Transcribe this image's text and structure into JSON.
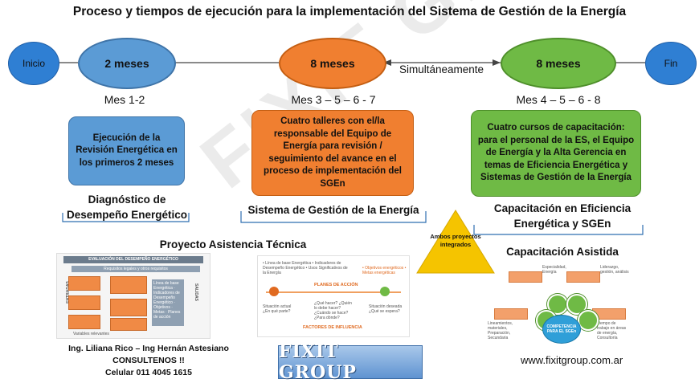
{
  "title": "Proceso y tiempos de ejecución para la implementación del Sistema de Gestión de la Energía",
  "flow": {
    "start": "Inicio",
    "end": "Fin",
    "stages": [
      {
        "duration": "2 meses",
        "months": "Mes 1-2"
      },
      {
        "duration": "8 meses",
        "months": "Mes 3 – 5 – 6 - 7"
      },
      {
        "duration": "8 meses",
        "months": "Mes 4 – 5 – 6 - 8"
      }
    ],
    "simultaneous": "Simultáneamente"
  },
  "boxes": [
    {
      "text": "Ejecución de la Revisión Energética en los primeros 2 meses",
      "color": "#5b9bd5"
    },
    {
      "text": "Cuatro talleres con el/la responsable del Equipo de Energía para revisión / seguimiento del avance en el proceso de implementación del SGEn",
      "color": "#f07f30"
    },
    {
      "text": "Cuatro cursos de capacitación: para el personal de la ES, el Equipo de Energía y la Alta Gerencia en temas de Eficiencia Energética y Sistemas de Gestión de la Energía",
      "color": "#6fba45"
    }
  ],
  "sections": {
    "diagnostico": "Diagnóstico de Desempeño Energético",
    "sistema": "Sistema de Gestión de la Energía",
    "capacitacion": "Capacitación en Eficiencia Energética y SGEn",
    "asistencia": "Proyecto Asistencia Técnica",
    "cap_asistida": "Capacitación Asistida",
    "triangle": "Ambos proyectos integrados"
  },
  "thumb_left": {
    "header": "EVALUACIÓN DEL DESEMPEÑO ENERGÉTICO",
    "subheader": "Requisitos legales y otros requisitos",
    "side_left": "ENTRADAS",
    "side_right": "SALIDAS",
    "footer": "Variables relevantes",
    "right_text": "Línea de base Energética · Indicadores de Desempeño Energético · Objetivos · Metas · Planes de acción"
  },
  "thumb_middle": {
    "bullets": "• Línea de base Energética • Indicadores de Desempeño Energético • Usos Significativos de la Energía",
    "right_bullets": "• Objetivos energéticos • Metas energéticas",
    "plan": "PLANES DE ACCIÓN",
    "current": "Situación actual ¿En qué parte?",
    "questions": "¿Qué hacer? ¿Quién lo debe hacer? ¿Cuándo se hace? ¿Para dónde?",
    "desired": "Situación deseada ¿Qué se espera?",
    "factors": "FACTORES DE INFLUENCIA"
  },
  "thumb_right": {
    "center": "COMPETENCIA PARA EL SGEn",
    "tl": "Especialidad, Energía",
    "tr": "Liderazgo, gestión, análisis",
    "bl": "Lineamientos, materiales, Preparación, Secundaria",
    "br": "Tiempo de trabajo en áreas de energía, Consultoría"
  },
  "contact": {
    "names": "Ing. Liliana Rico – Ing Hernán Astesiano",
    "cta": "CONSULTENOS !!",
    "phone": "Celular 011 4045 1615"
  },
  "logo": "FIXIT GROUP",
  "website": "www.fixitgroup.com.ar",
  "watermark": "FIXIT GROUP",
  "colors": {
    "blue": "#5b9bd5",
    "orange": "#f07f30",
    "green": "#6fba45",
    "triangle": "#f5c400"
  }
}
